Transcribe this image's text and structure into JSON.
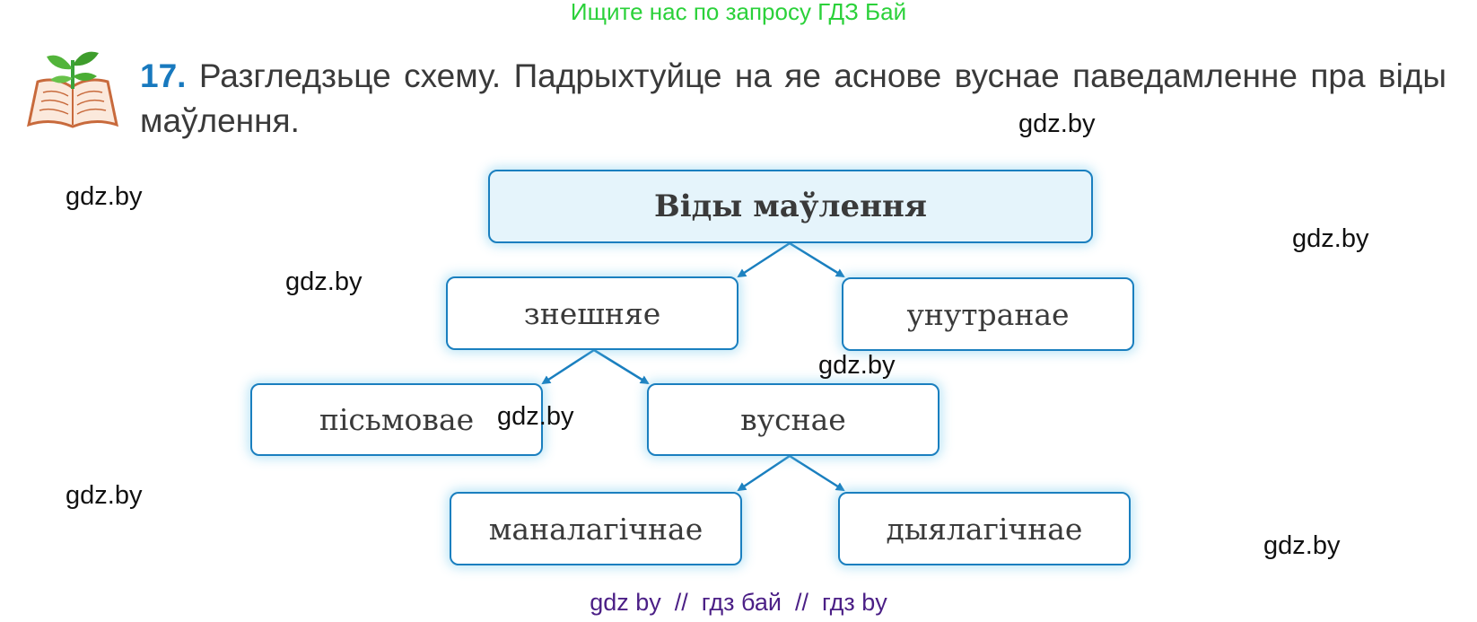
{
  "banner": "Ищите нас по запросу ГДЗ Бай",
  "task": {
    "number": "17.",
    "text": "Разгледзьце схему. Падрыхтуйце на яе аснове вуснае паведамленне пра віды маўлення."
  },
  "diagram": {
    "root": "Віды маўлення",
    "level1": [
      "знешняе",
      "унутранае"
    ],
    "level2": [
      "пісьмовае",
      "вуснае"
    ],
    "level3": [
      "маналагічнае",
      "дыялагічнае"
    ]
  },
  "watermarks": [
    "gdz.by",
    "gdz.by",
    "gdz.by",
    "gdz.by",
    "gdz.by",
    "gdz.by",
    "gdz.by",
    "gdz.by"
  ],
  "footer": "gdz by  //  гдз бай  //  гдз by",
  "colors": {
    "banner": "#2bd13a",
    "task_number": "#1879be",
    "node_border": "#1a7fbf",
    "root_fill": "#e5f4fb",
    "footer": "#4b1f86"
  }
}
